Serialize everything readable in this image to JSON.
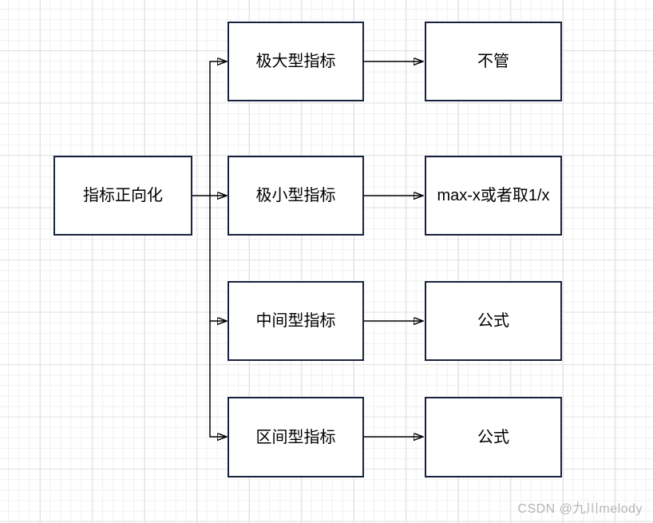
{
  "colors": {
    "background": "#ffffff",
    "grid_minor": "#f0f0f0",
    "grid_major": "#e3e3e3",
    "box_border": "#18223f",
    "connector": "#000000",
    "text": "#000000",
    "watermark": "#b5b5b5"
  },
  "diagram": {
    "root": {
      "label": "指标正向化"
    },
    "branches": [
      {
        "type_label": "极大型指标",
        "method_label": "不管"
      },
      {
        "type_label": "极小型指标",
        "method_label": "max-x或者取1/x"
      },
      {
        "type_label": "中间型指标",
        "method_label": "公式"
      },
      {
        "type_label": "区间型指标",
        "method_label": "公式"
      }
    ]
  },
  "watermark": {
    "text": "CSDN @九川melody"
  }
}
